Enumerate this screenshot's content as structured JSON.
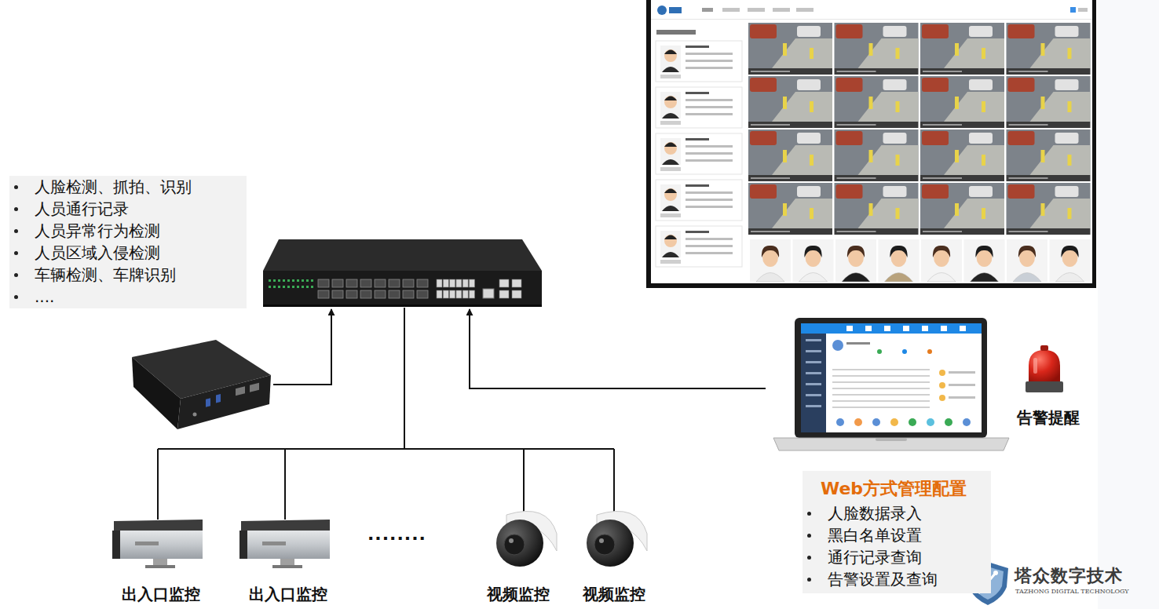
{
  "diagram": {
    "nodes": [
      {
        "text": [
          "人脸检测、抓拍、识别",
          "人员通行记录",
          "人员异常行为检测",
          "人员区域入侵检测",
          "车辆检测、车牌识别",
          "...."
        ]
      },
      {
        "text": [
          "告警提醒"
        ]
      },
      {
        "text": [
          "Web方式管理配置",
          "人脸数据录入",
          "黑白名单设置",
          "通行记录查询",
          "告警设置及查询"
        ]
      },
      {
        "text": [
          "出入口监控"
        ]
      },
      {
        "text": [
          "出入口监控"
        ]
      },
      {
        "text": [
          "视频监控"
        ]
      },
      {
        "text": [
          "视频监控"
        ]
      }
    ],
    "labels": [
      "........",
      "塔众数字技术",
      "TAZHONG DIGITAL TECHNOLOGY"
    ]
  }
}
